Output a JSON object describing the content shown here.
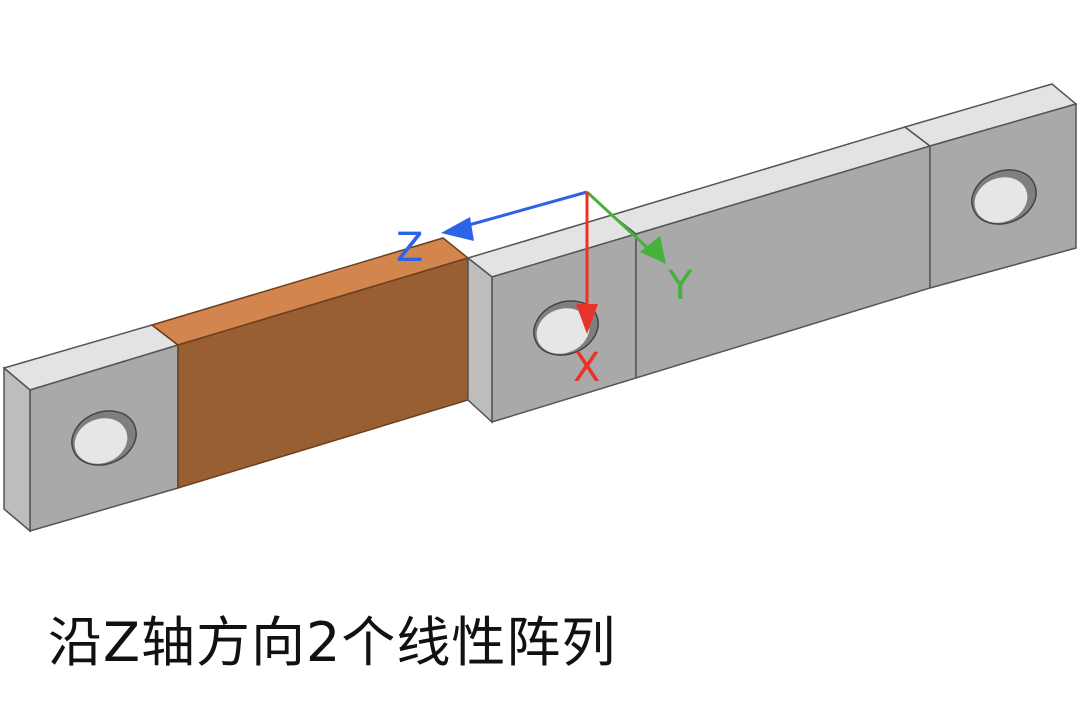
{
  "caption": "沿Z轴方向2个线性阵列",
  "axes": {
    "z_label": "Z",
    "y_label": "Y",
    "x_label": "X"
  },
  "colors": {
    "block_face": "#a9a9a9",
    "block_top": "#e3e3e3",
    "block_edge": "#555555",
    "copper_front": "#975f32",
    "copper_top": "#d2854d",
    "hole_inner": "#e6e6e6",
    "axis_z": "#2d63e8",
    "axis_y": "#46b23c",
    "axis_x": "#e8332a"
  }
}
